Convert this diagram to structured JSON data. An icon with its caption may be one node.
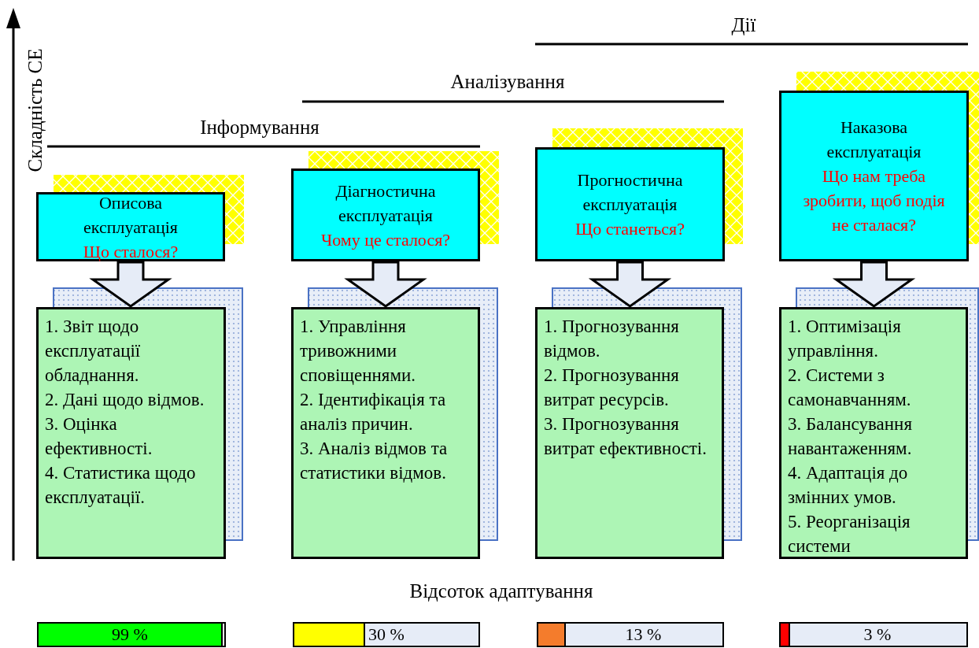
{
  "diagram": {
    "nodes": [
      {
        "text": [
          "Описова експлуатація",
          "Що сталося?"
        ]
      },
      {
        "text": [
          "Діагностична експлуатація",
          "Чому це сталося?"
        ]
      },
      {
        "text": [
          "Прогностична експлуатація",
          "Що станеться?"
        ]
      },
      {
        "text": [
          "Наказова експлуатація",
          "Що нам треба зробити, щоб подія не сталася?"
        ]
      },
      {
        "text": [
          "1. Звіт щодо експлуатації обладнання.",
          "2. Дані щодо відмов.",
          "3. Оцінка ефективності.",
          "4. Статистика щодо експлуатації."
        ]
      },
      {
        "text": [
          "1. Управління тривожними сповіщеннями.",
          "2. Ідентифікація та аналіз причин.",
          "3. Аналіз відмов та статистики відмов."
        ]
      },
      {
        "text": [
          "1. Прогнозування відмов.",
          "2. Прогнозування витрат ресурсів.",
          "3. Прогнозування витрат ефективності."
        ]
      },
      {
        "text": [
          "1. Оптимізація управління.",
          "2. Системи з самонавчанням.",
          "3. Балансування навантаженням.",
          "4. Адаптація до змінних умов.",
          "5. Реорганізація системи"
        ]
      },
      {
        "text": [
          "99 %"
        ]
      },
      {
        "text": [
          "30 %"
        ]
      },
      {
        "text": [
          "13 %"
        ]
      },
      {
        "text": [
          "3 %"
        ]
      }
    ],
    "edges": [
      {
        "from": 0,
        "to": 4,
        "arrow": "to"
      },
      {
        "from": 1,
        "to": 5,
        "arrow": "to"
      },
      {
        "from": 2,
        "to": 6,
        "arrow": "to"
      },
      {
        "from": 3,
        "to": 7,
        "arrow": "to"
      }
    ],
    "labels": [
      "Дії",
      "Аналізування",
      "Інформування",
      "Складність СЕ",
      "Відсоток адаптування"
    ]
  }
}
